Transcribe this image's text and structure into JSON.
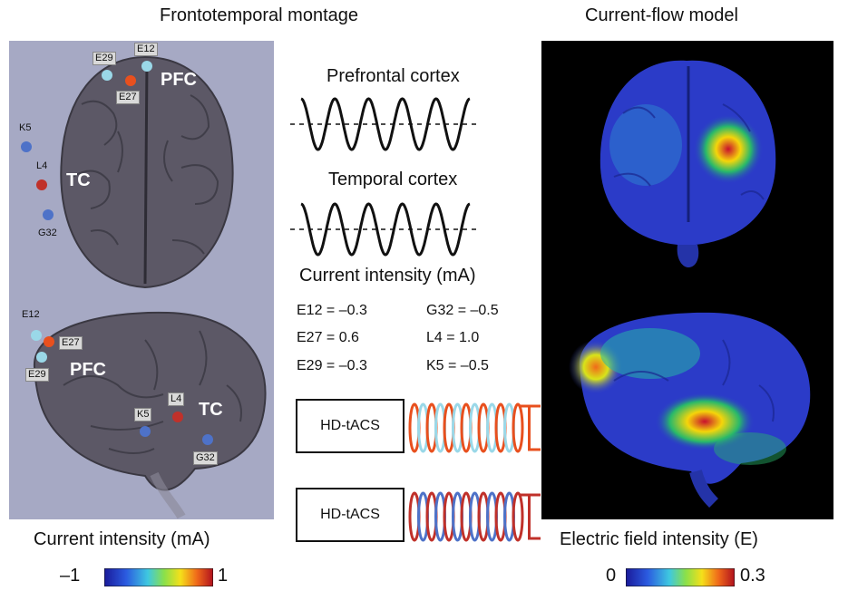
{
  "titles": {
    "left": "Frontotemporal montage",
    "right": "Current-flow model"
  },
  "top_brain": {
    "electrodes": [
      "E29",
      "E12",
      "E27",
      "K5",
      "L4",
      "G32"
    ],
    "regions": [
      "PFC",
      "TC"
    ]
  },
  "bottom_brain": {
    "electrodes": [
      "E12",
      "E27",
      "E29",
      "K5",
      "L4",
      "G32"
    ],
    "regions": [
      "PFC",
      "TC"
    ]
  },
  "middle": {
    "wave_labels": [
      "Prefrontal cortex",
      "Temporal cortex"
    ],
    "ci_title": "Current intensity (mA)",
    "ci_values": [
      "E12 = –0.3",
      "G32 = –0.5",
      "E27 = 0.6",
      "L4 = 1.0",
      "E29 = –0.3",
      "K5 = –0.5"
    ],
    "boxes": [
      "HD-tACS",
      "HD-tACS"
    ]
  },
  "legends": {
    "left_label": "Current intensity (mA)",
    "left_min": "–1",
    "left_max": "1",
    "right_label": "Electric field intensity (E)",
    "right_min": "0",
    "right_max": "0.3"
  },
  "colors": {
    "cold_electrode": "#4e72c8",
    "hot_electrode": "#c0312a",
    "light_electrode": "#9ad8e8",
    "orange_electrode": "#e8501e"
  }
}
